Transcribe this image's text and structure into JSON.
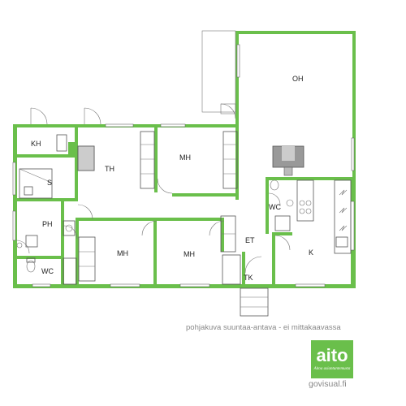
{
  "rooms": {
    "oh": "OH",
    "kh": "KH",
    "th": "TH",
    "mh_1": "MH",
    "s": "S",
    "ph": "PH",
    "wc_1": "WC",
    "wc_2": "WC",
    "mh_2": "MH",
    "mh_3": "MH",
    "et": "ET",
    "k": "K",
    "tk": "TK"
  },
  "note": "pohjakuva suuntaa-antava - ei mittakaavassa",
  "logo": {
    "text": "aito",
    "tagline": "Aitoa asiantuntemusta"
  },
  "website": "govisual.fi",
  "colors": {
    "wall": "#6abf4b",
    "text": "#888888"
  }
}
